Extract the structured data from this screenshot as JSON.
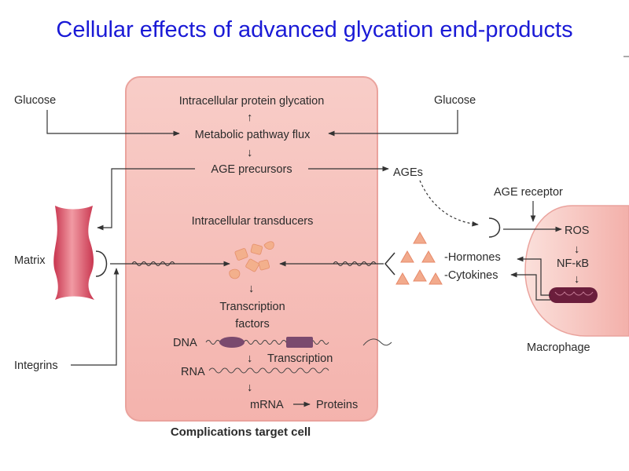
{
  "title": "Cellular effects of advanced glycation end-products",
  "labels": {
    "glucose_left": "Glucose",
    "glucose_right": "Glucose",
    "intracellular_glycation": "Intracellular protein glycation",
    "metabolic_flux": "Metabolic pathway flux",
    "age_precursors": "AGE precursors",
    "ages": "AGEs",
    "age_receptor": "AGE receptor",
    "ros": "ROS",
    "nfkb": "NF-κB",
    "hormones": "-Hormones",
    "cytokines": "-Cytokines",
    "macrophage": "Macrophage",
    "matrix": "Matrix",
    "integrins": "Integrins",
    "transducers": "Intracellular transducers",
    "transcription_factors_1": "Transcription",
    "transcription_factors_2": "factors",
    "dna": "DNA",
    "transcription": "Transcription",
    "rna": "RNA",
    "mrna": "mRNA",
    "proteins": "Proteins",
    "target_cell": "Complications target cell"
  },
  "colors": {
    "title": "#1a1ad6",
    "cell_fill": "#f6c2bd",
    "cell_stroke": "#e99e98",
    "matrix": "#d4455a",
    "triangles": "#f0a88a",
    "transducers": "#f3b08c",
    "mitochondrion": "#6b1e3c",
    "dna_block": "#7a4a6e"
  }
}
